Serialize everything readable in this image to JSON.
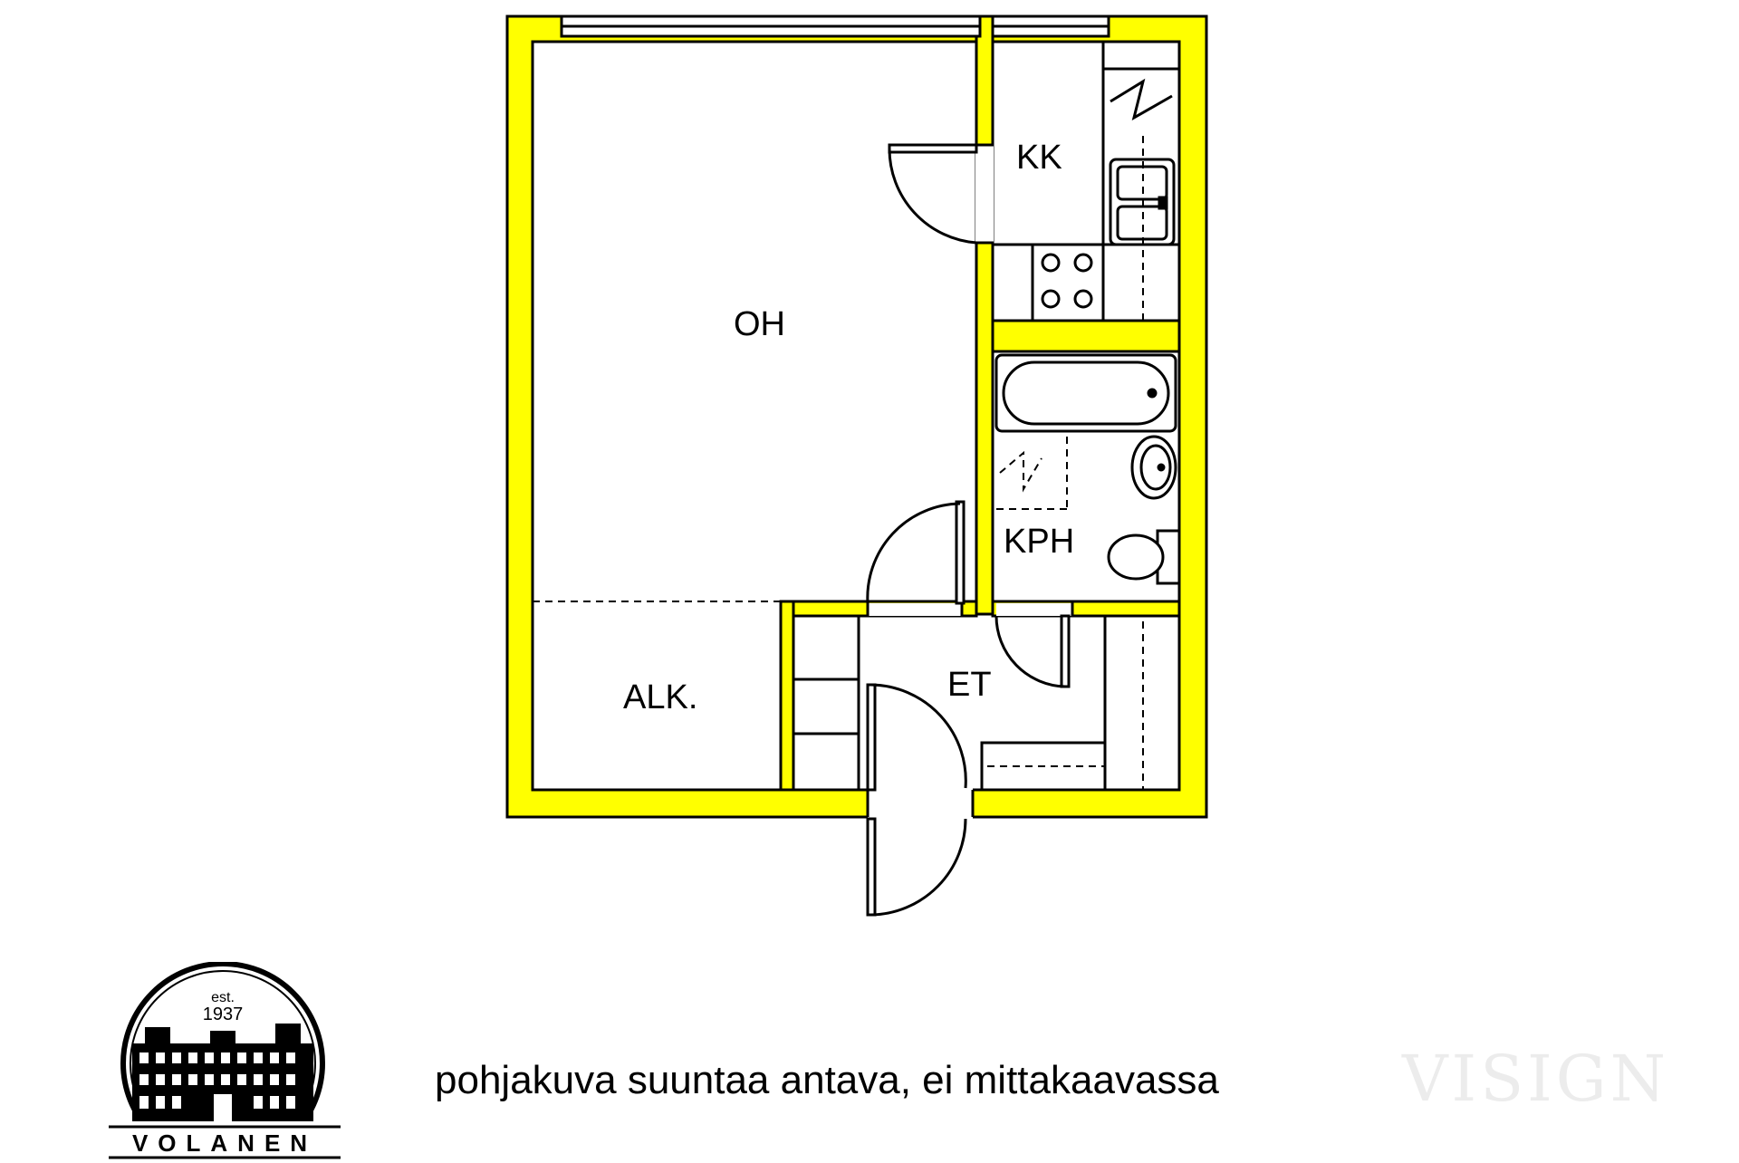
{
  "plan": {
    "rooms": {
      "living": "OH",
      "kitchen": "KK",
      "bathroom": "KPH",
      "alcove": "ALK.",
      "entrance": "ET"
    },
    "wall_color": "#ffff00",
    "line_color": "#000000"
  },
  "caption": "pohjakuva suuntaa antava, ei mittakaavassa",
  "watermark": "VISIGN",
  "logo": {
    "est": "est.",
    "year": "1937",
    "name": "VOLANEN"
  }
}
